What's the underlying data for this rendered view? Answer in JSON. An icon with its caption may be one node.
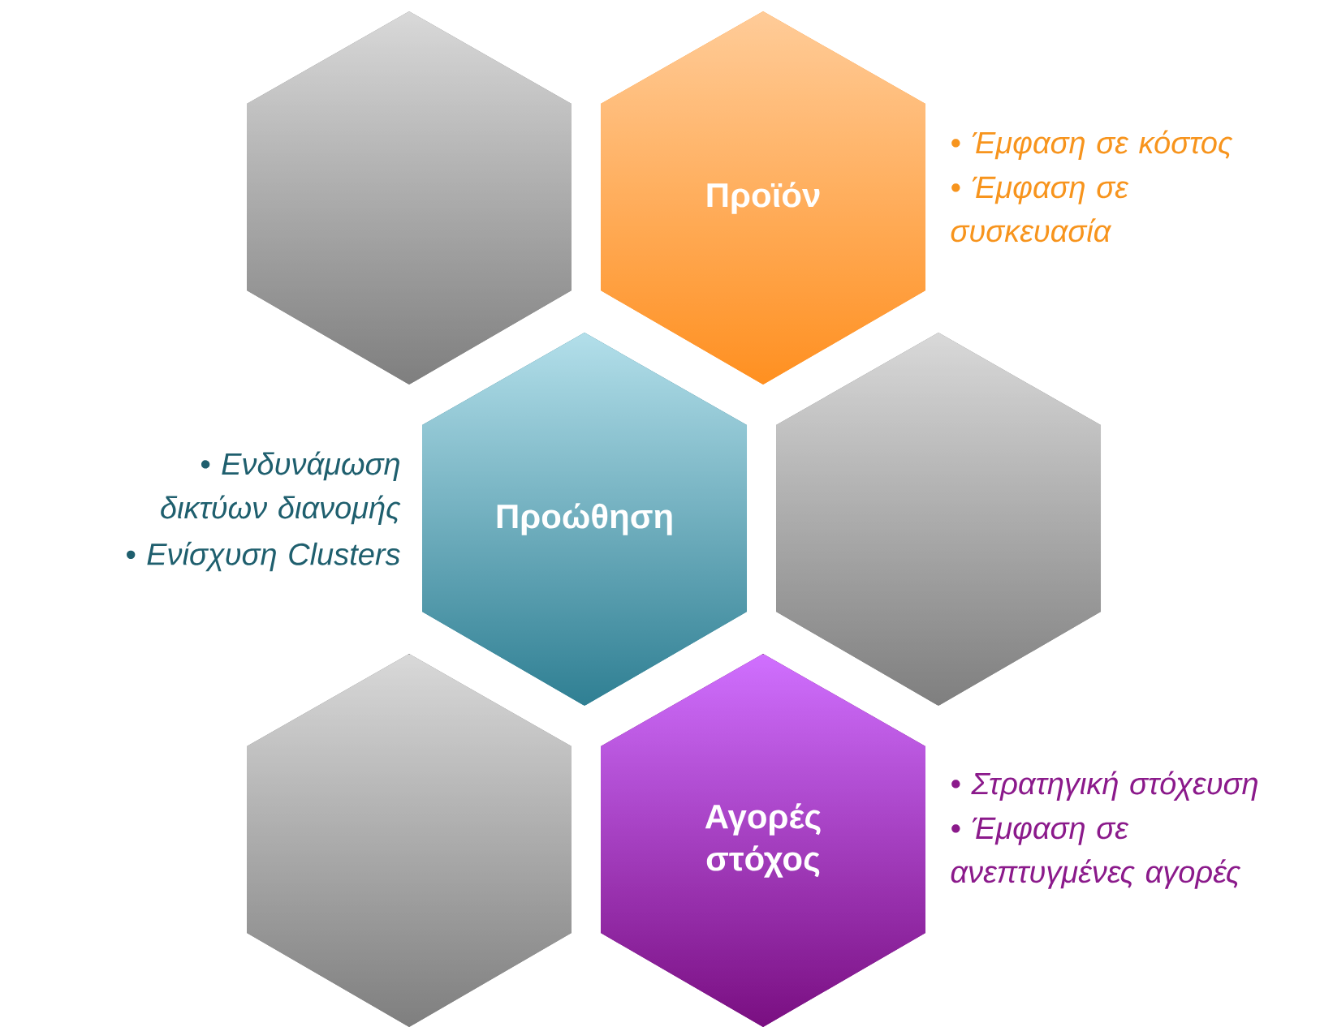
{
  "diagram": {
    "nodes": [
      {
        "text": [],
        "shape": "hexagon"
      },
      {
        "text": [
          "Προϊόν"
        ],
        "beside": [
          "• Έμφαση σε κόστος",
          "• Έμφαση σε συσκευασία"
        ]
      },
      {
        "text": [
          "Προώθηση"
        ],
        "beside": [
          "• Ενδυνάμωση δικτύων διανομής",
          "• Ενίσχυση Clusters"
        ]
      },
      {
        "text": [],
        "shape": "hexagon"
      },
      {
        "text": [],
        "shape": "hexagon"
      },
      {
        "text": [
          "Αγορές στόχος"
        ],
        "beside": [
          "• Στρατηγική στόχευση",
          "• Έμφαση σε ανεπτυγμένες αγορές"
        ]
      }
    ]
  }
}
